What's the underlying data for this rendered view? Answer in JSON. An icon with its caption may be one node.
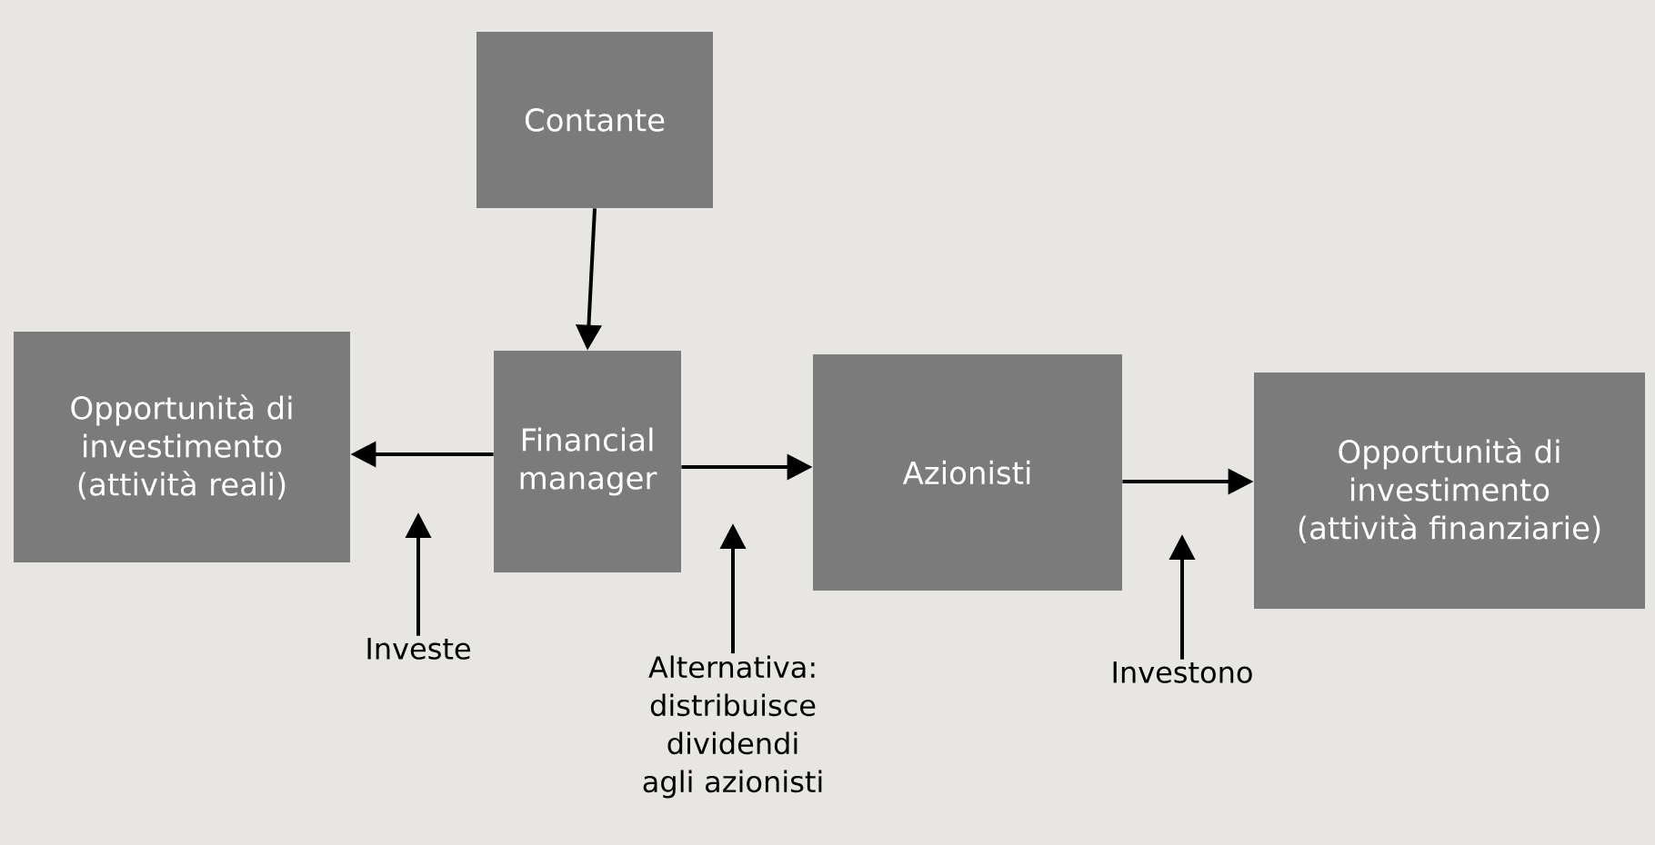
{
  "diagram": {
    "nodes": [
      {
        "text": [
          "Contante"
        ]
      },
      {
        "text": [
          "Opportunità di investimento (attività reali)"
        ]
      },
      {
        "text": [
          "Financial manager"
        ]
      },
      {
        "text": [
          "Azionisti"
        ]
      },
      {
        "text": [
          "Opportunità di investimento (attività finanziarie)"
        ]
      },
      {
        "text": [
          "Investe"
        ]
      },
      {
        "text": [
          "Alternativa: distribuisce dividendi agli azionisti"
        ]
      },
      {
        "text": [
          "Investono"
        ]
      }
    ],
    "edges": [
      {
        "from": 0,
        "to": 2,
        "arrow": "to"
      },
      {
        "from": 2,
        "to": 1,
        "arrow": "to"
      },
      {
        "from": 2,
        "to": 3,
        "arrow": "to"
      },
      {
        "from": 3,
        "to": 4,
        "arrow": "to"
      },
      {
        "from": 5,
        "to": null,
        "arrow": "to"
      },
      {
        "from": 6,
        "to": null,
        "arrow": "to"
      },
      {
        "from": 7,
        "to": null,
        "arrow": "to"
      }
    ]
  }
}
